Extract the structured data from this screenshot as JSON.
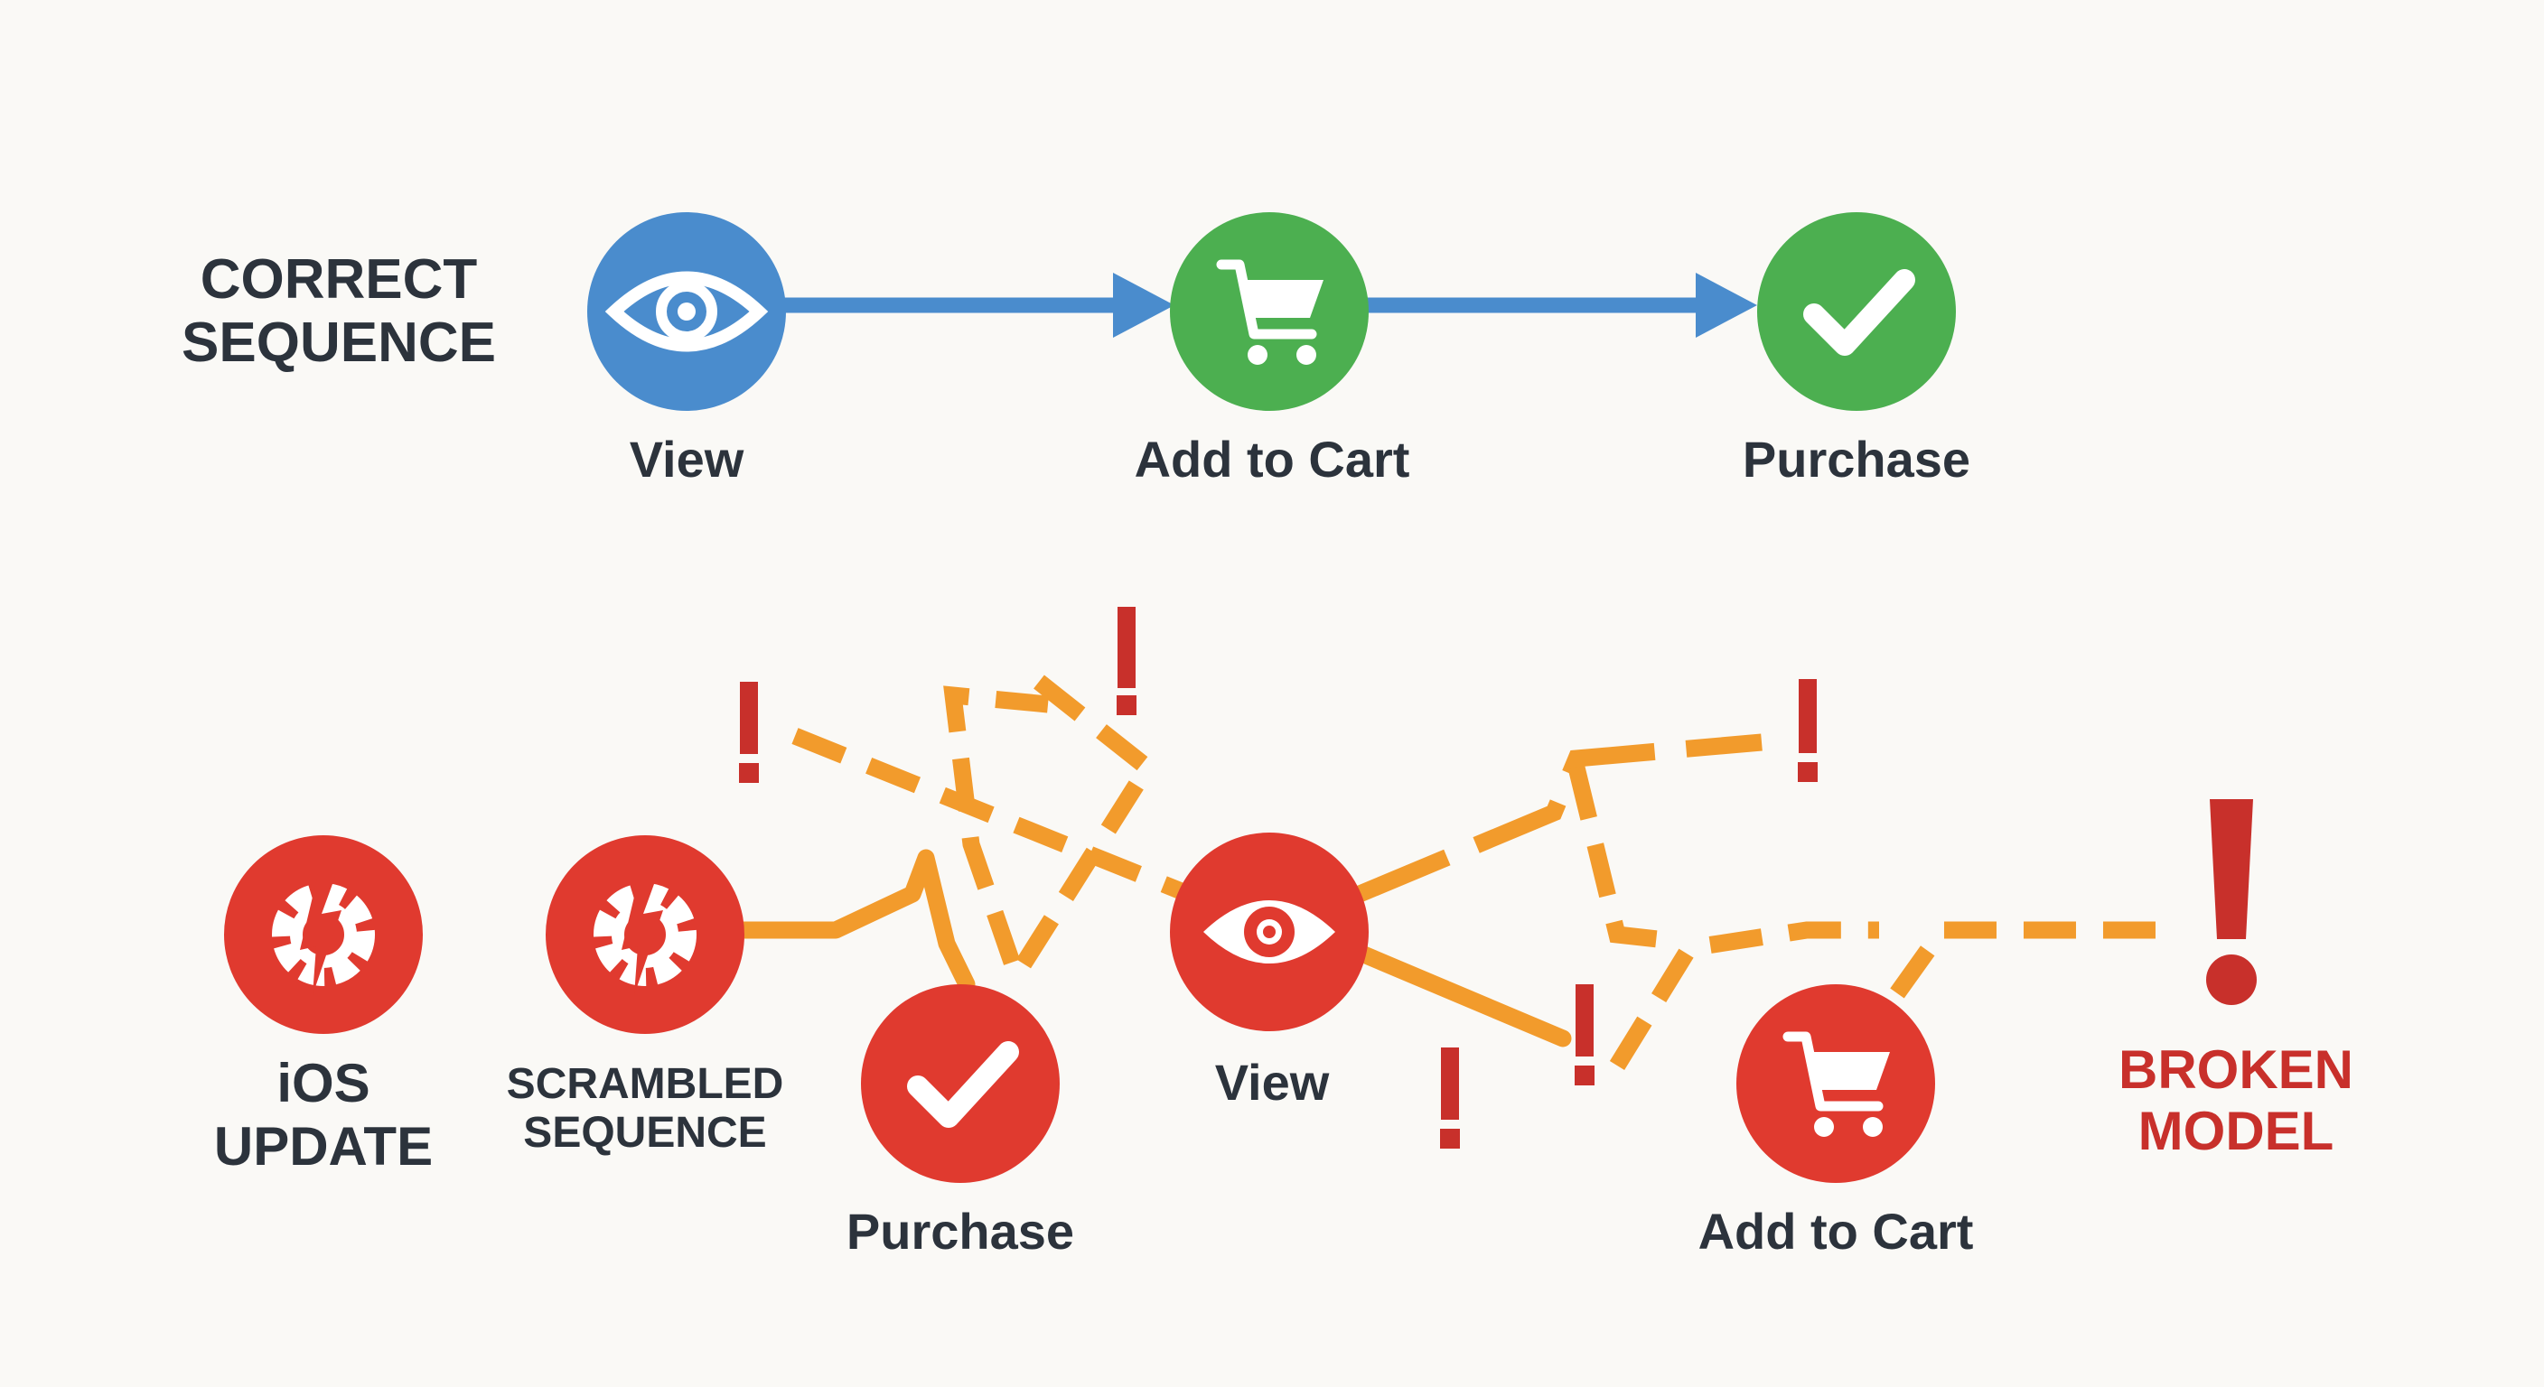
{
  "correct": {
    "title_line1": "CORRECT",
    "title_line2": "SEQUENCE",
    "steps": [
      {
        "label": "View",
        "icon": "eye-icon",
        "color": "#4a8ccd"
      },
      {
        "label": "Add to Cart",
        "icon": "cart-icon",
        "color": "#4caf50"
      },
      {
        "label": "Purchase",
        "icon": "check-icon",
        "color": "#4caf50"
      }
    ],
    "arrow_color": "#4a8ccd"
  },
  "broken": {
    "ios_line1": "iOS",
    "ios_line2": "UPDATE",
    "scrambled_line1": "SCRAMBLED",
    "scrambled_line2": "SEQUENCE",
    "steps": [
      {
        "label": "Purchase",
        "icon": "check-icon"
      },
      {
        "label": "View",
        "icon": "eye-icon"
      },
      {
        "label": "Add to Cart",
        "icon": "cart-icon"
      }
    ],
    "result_line1": "BROKEN",
    "result_line2": "MODEL",
    "node_color": "#e03a2f",
    "path_color": "#f29b2c",
    "warning_color": "#c8302b"
  }
}
